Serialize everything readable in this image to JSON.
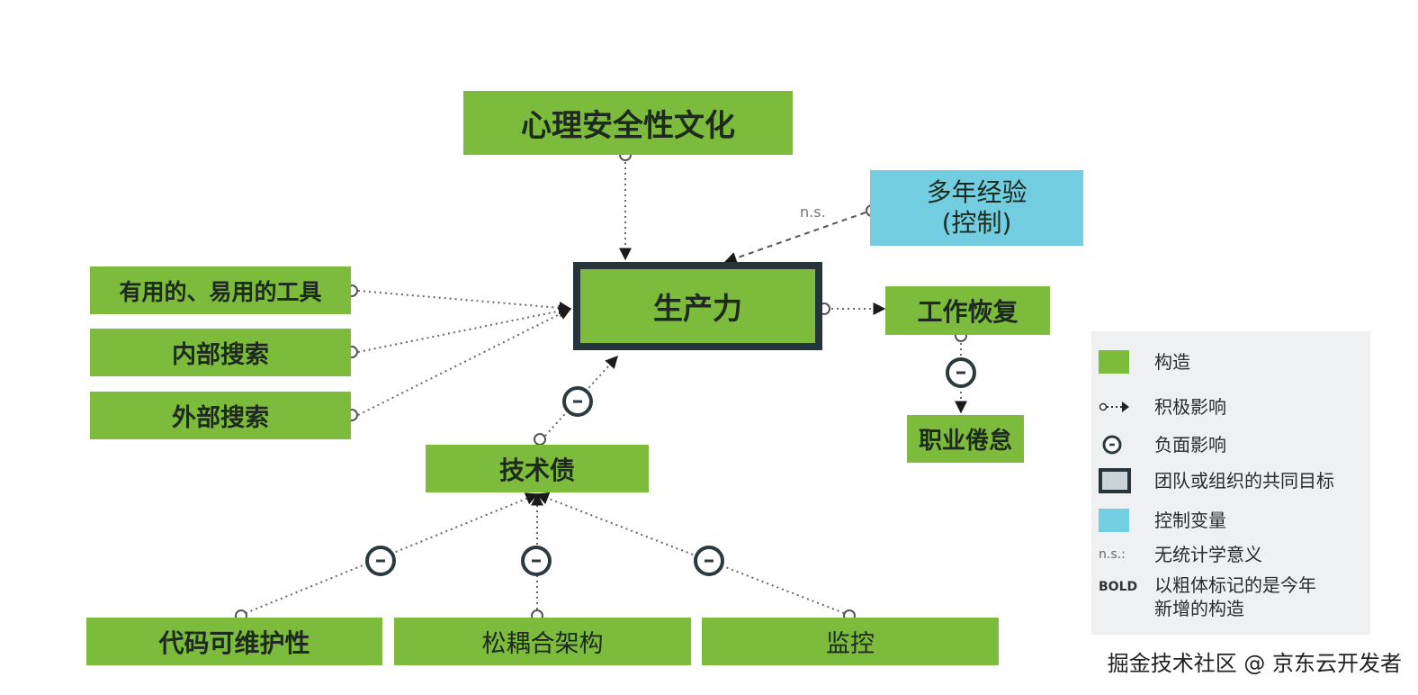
{
  "nodes": {
    "culture": "心理安全性文化",
    "experience": "多年经验",
    "experience_sub": "(控制)",
    "tools": "有用的、易用的工具",
    "internal_search": "内部搜索",
    "external_search": "外部搜索",
    "productivity": "生产力",
    "work_recovery": "工作恢复",
    "burnout": "职业倦怠",
    "tech_debt": "技术债",
    "maintainability": "代码可维护性",
    "architecture": "松耦合架构",
    "monitoring": "监控"
  },
  "edge_label": "n.s.",
  "legend": {
    "construct": "构造",
    "positive": "积极影响",
    "negative": "负面影响",
    "goal": "团队或组织的共同目标",
    "control": "控制变量",
    "ns_symbol": "n.s.:",
    "ns": "无统计学意义",
    "bold_symbol": "BOLD",
    "bold_line1": "以粗体标记的是今年",
    "bold_line2": "新增的构造"
  },
  "watermark": "掘金技术社区 @ 京东云开发者",
  "colors": {
    "construct": "#7cbb3c",
    "control": "#72cde0",
    "target_border": "#27343a",
    "legend_bg": "#eef0f2"
  },
  "icons": [
    "positive-arrow-icon",
    "negative-effect-icon"
  ]
}
